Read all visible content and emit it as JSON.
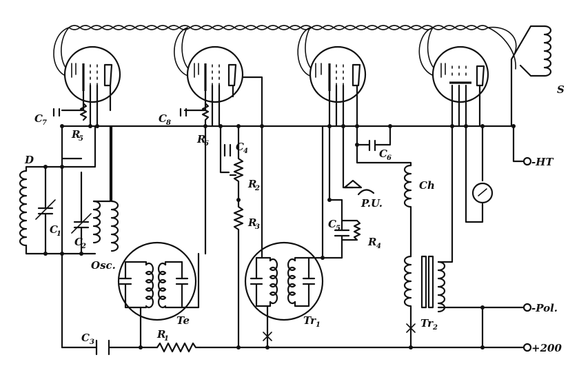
{
  "labels": {
    "D": "D",
    "C7": "C",
    "C7_sub": "7",
    "R5": "R",
    "R5_sub": "5",
    "C1": "C",
    "C1_sub": "1",
    "C2": "C",
    "C2_sub": "2",
    "Osc": "Osc.",
    "C8": "C",
    "C8_sub": "8",
    "R6": "R",
    "R6_sub": "6",
    "C4": "C",
    "C4_sub": "4",
    "R2": "R",
    "R2_sub": "2",
    "R3": "R",
    "R3_sub": "3",
    "Te": "Te",
    "C6": "C",
    "C6_sub": "6",
    "PU": "P.U.",
    "C5": "C",
    "C5_sub": "5",
    "R4": "R",
    "R4_sub": "4",
    "Tr1": "Tr",
    "Tr1_sub": "1",
    "Ch": "Ch",
    "Tr2": "Tr",
    "Tr2_sub": "2",
    "S": "S",
    "HT": "-HT",
    "Pol": "-Pol.",
    "P200": "+200",
    "C3": "C",
    "C3_sub": "3",
    "R1": "R",
    "R1_sub": "1"
  }
}
